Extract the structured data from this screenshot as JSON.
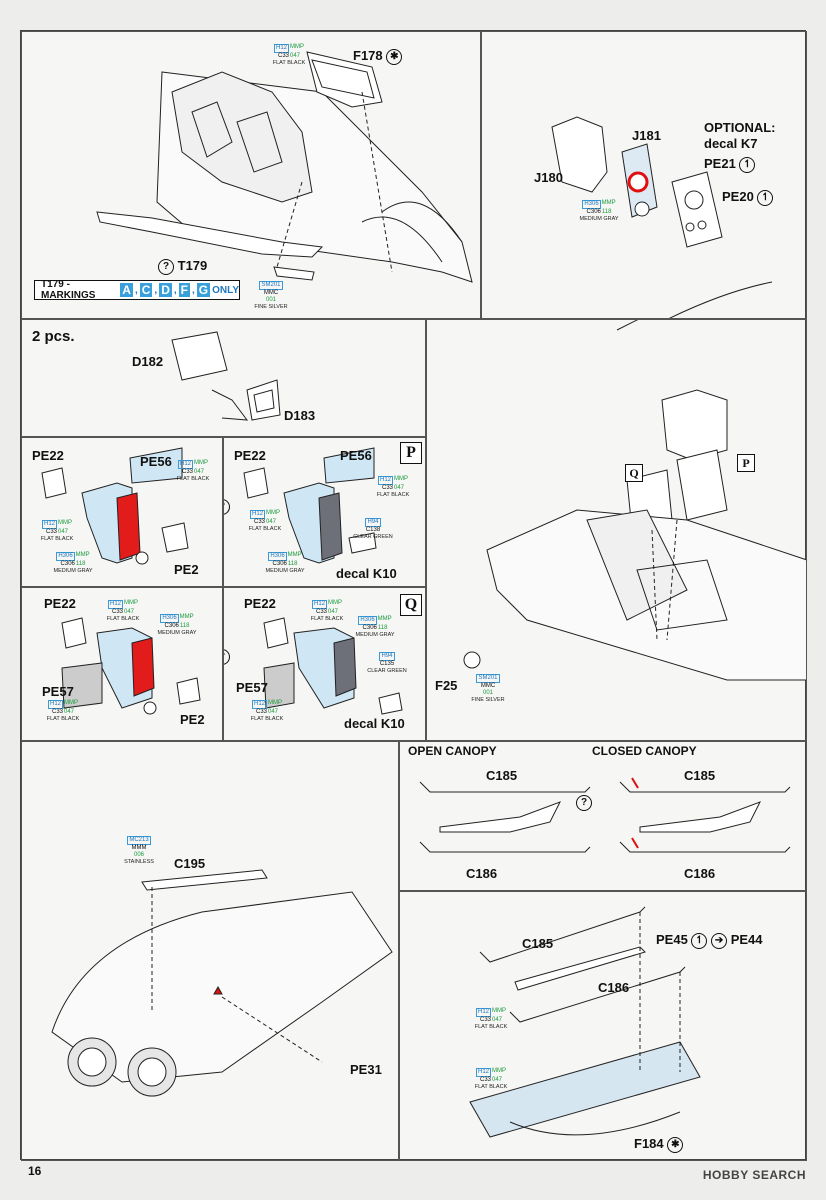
{
  "page_number": "16",
  "watermark": "HOBBY SEARCH",
  "common": {
    "flat_black": {
      "h": "H12",
      "mmp": "MMP",
      "c": "C33",
      "num": "047",
      "name": "FLAT BLACK"
    },
    "medium_gray": {
      "h": "H306",
      "mmp": "MMP",
      "c": "C306",
      "num": "118",
      "name": "MEDIUM GRAY"
    },
    "clear_green": {
      "h": "H94",
      "c": "C138",
      "name": "CLEAR GREEN"
    },
    "clear_green_q": {
      "h": "H94",
      "c": "C135",
      "name": "CLEAR GREEN"
    },
    "fine_silver": {
      "h": "SM201",
      "c": "MMC",
      "num": "001",
      "name": "FINE SILVER"
    },
    "stainless": {
      "h": "MC213",
      "c": "MMM",
      "num": "006",
      "name": "STAINLESS"
    }
  },
  "panel1": {
    "part_canopy": "F178",
    "part_probe": "T179",
    "markings_prefix": "T179 - MARKINGS",
    "markings": [
      "A",
      "C",
      "D",
      "F",
      "G"
    ],
    "markings_suffix": "ONLY"
  },
  "panel2": {
    "optional_line1": "OPTIONAL:",
    "optional_line2": "decal K7",
    "parts": {
      "j181": "J181",
      "j180": "J180",
      "pe21": "PE21",
      "pe20": "PE20"
    }
  },
  "panel3": {
    "title": "2 pcs.",
    "d182": "D182",
    "d183": "D183"
  },
  "panel4": {
    "pe22": "PE22",
    "pe56": "PE56",
    "pe2": "PE2"
  },
  "panel5": {
    "pe22": "PE22",
    "pe56": "PE56",
    "decal": "decal K10",
    "box": "P"
  },
  "panel6": {
    "pe22": "PE22",
    "pe57": "PE57",
    "pe2": "PE2"
  },
  "panel7": {
    "pe22": "PE22",
    "pe57": "PE57",
    "decal": "decal K10",
    "box": "Q"
  },
  "panel8": {
    "f25": "F25",
    "box_q": "Q",
    "box_p": "P"
  },
  "panel9": {
    "c195": "C195",
    "pe31": "PE31"
  },
  "panel10": {
    "open_title": "OPEN CANOPY",
    "closed_title": "CLOSED CANOPY",
    "c185": "C185",
    "c186": "C186"
  },
  "panel11": {
    "c185": "C185",
    "c186": "C186",
    "pe45": "PE45",
    "pe44": "PE44",
    "f184": "F184"
  }
}
